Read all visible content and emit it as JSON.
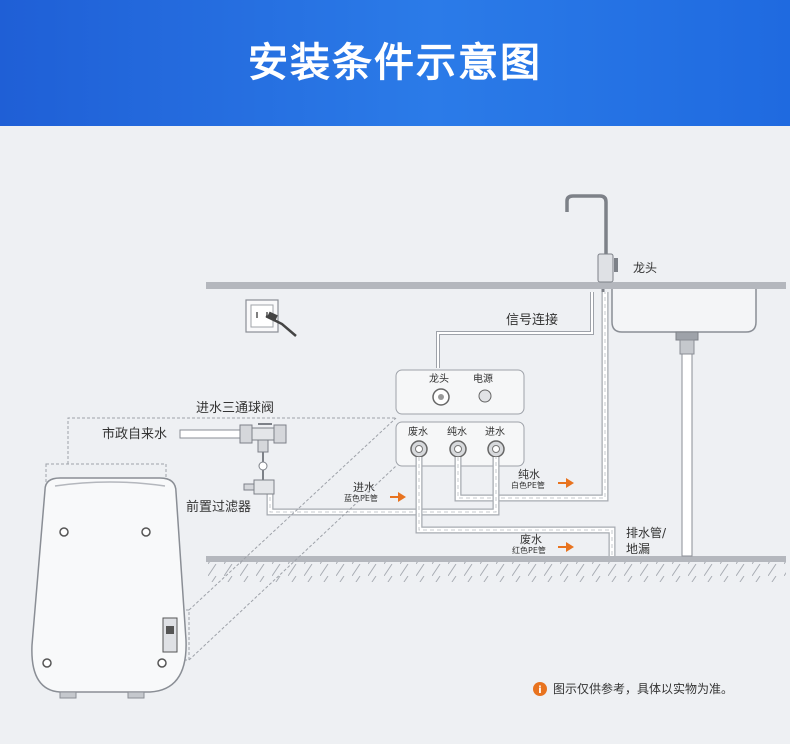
{
  "title": "安装条件示意图",
  "labels": {
    "faucet": "龙头",
    "signal": "信号连接",
    "faucet_port": "龙头",
    "power_port": "电源",
    "waste_port": "废水",
    "pure_port": "纯水",
    "inlet_port": "进水",
    "three_way_valve": "进水三通球阀",
    "tap_water": "市政自来水",
    "pre_filter": "前置过滤器",
    "inlet_pipe": "进水",
    "inlet_pipe_note": "蓝色PE管",
    "pure_pipe": "纯水",
    "pure_pipe_note": "白色PE管",
    "waste_pipe": "废水",
    "waste_pipe_note": "红色PE管",
    "drain_1": "排水管/",
    "drain_2": "地漏"
  },
  "note": {
    "icon": "info-icon",
    "text": "图示仅供参考，具体以实物为准。"
  },
  "colors": {
    "banner": "#2b7be8",
    "accent": "#e8731f",
    "pipe": "#c9ccd2"
  }
}
